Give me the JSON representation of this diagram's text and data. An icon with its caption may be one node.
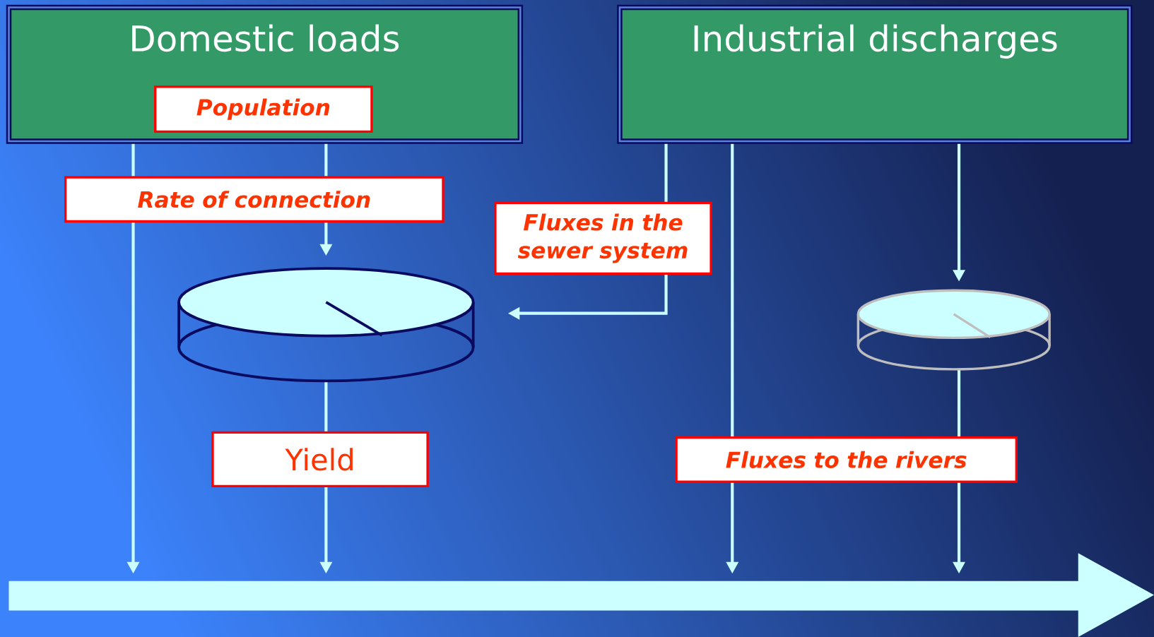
{
  "diagram": {
    "nodes": [
      {
        "text": [
          "Domestic loads"
        ]
      },
      {
        "text": [
          "Population"
        ],
        "in": 0
      },
      {
        "text": [
          "Industrial discharges"
        ]
      },
      {
        "text": [],
        "shape": "cylinder"
      },
      {
        "text": [],
        "shape": "cylinder"
      },
      {
        "text": [],
        "shape": "arrow"
      }
    ],
    "edges": [
      {
        "from": 0,
        "to": 5,
        "arrow": "to"
      },
      {
        "from": 0,
        "to": 3,
        "arrow": "to",
        "label": "Rate of connection"
      },
      {
        "from": 3,
        "to": 5,
        "arrow": "to",
        "label": "Yield"
      },
      {
        "from": 2,
        "to": 3,
        "arrow": "to",
        "label": "Fluxes in the sewer system"
      },
      {
        "from": 2,
        "to": 5,
        "arrow": "to",
        "label": "Fluxes to the rivers"
      },
      {
        "from": 2,
        "to": 4,
        "arrow": "to"
      },
      {
        "from": 4,
        "to": 5,
        "arrow": "to"
      }
    ]
  }
}
